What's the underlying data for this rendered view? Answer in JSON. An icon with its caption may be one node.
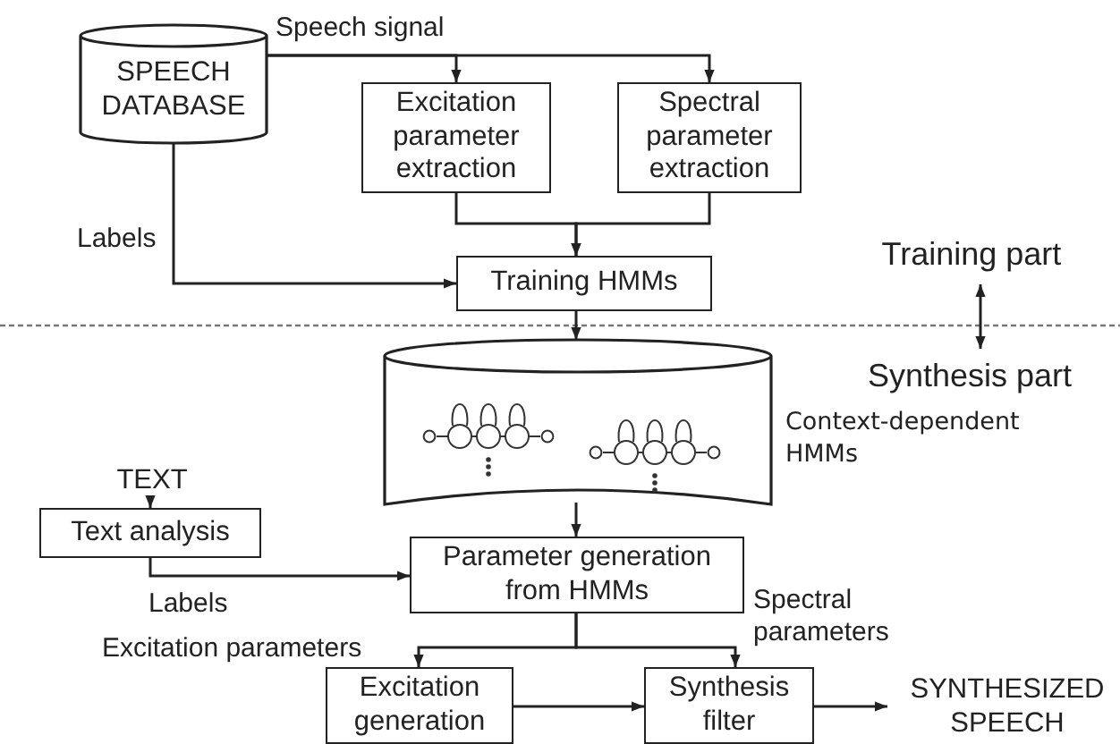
{
  "diagram": {
    "nodes": [
      {
        "text": [
          "SPEECH DATABASE"
        ]
      },
      {
        "text": [
          "Excitation parameter extraction"
        ]
      },
      {
        "text": [
          "Spectral parameter extraction"
        ]
      },
      {
        "text": [
          "Training HMMs"
        ]
      },
      {
        "text": [
          "Training part"
        ]
      },
      {
        "text": [
          "Synthesis part"
        ]
      },
      {
        "text": [],
        "shape": "cylinder",
        "beside": [
          "Context-dependent HMMs"
        ]
      },
      {
        "text": [
          "TEXT"
        ]
      },
      {
        "text": [
          "Text analysis"
        ]
      },
      {
        "text": [
          "Parameter generation from HMMs"
        ]
      },
      {
        "text": [
          "Excitation generation"
        ]
      },
      {
        "text": [
          "Synthesis filter"
        ]
      },
      {
        "text": [
          "SYNTHESIZED SPEECH"
        ]
      }
    ],
    "edges": [
      {
        "from": 0,
        "to": 1,
        "arrow": "to",
        "label": "Speech signal"
      },
      {
        "from": 0,
        "to": 2,
        "arrow": "to"
      },
      {
        "from": 1,
        "to": 3,
        "arrow": "to"
      },
      {
        "from": 2,
        "to": 3,
        "arrow": "to"
      },
      {
        "from": 0,
        "to": 3,
        "arrow": "to",
        "label": "Labels"
      },
      {
        "from": 3,
        "to": 6,
        "arrow": "to"
      },
      {
        "from": 4,
        "to": 5,
        "arrow": "both"
      },
      {
        "from": 7,
        "to": 8,
        "arrow": "to"
      },
      {
        "from": 8,
        "to": 9,
        "arrow": "to",
        "label": "Labels"
      },
      {
        "from": 6,
        "to": 9,
        "arrow": "to"
      },
      {
        "from": 9,
        "to": 10,
        "arrow": "to",
        "label": "Excitation parameters"
      },
      {
        "from": 9,
        "to": 11,
        "arrow": "to",
        "label": "Spectral parameters"
      },
      {
        "from": 10,
        "to": 11,
        "arrow": "to"
      },
      {
        "from": 11,
        "to": 12,
        "arrow": "to"
      }
    ]
  }
}
